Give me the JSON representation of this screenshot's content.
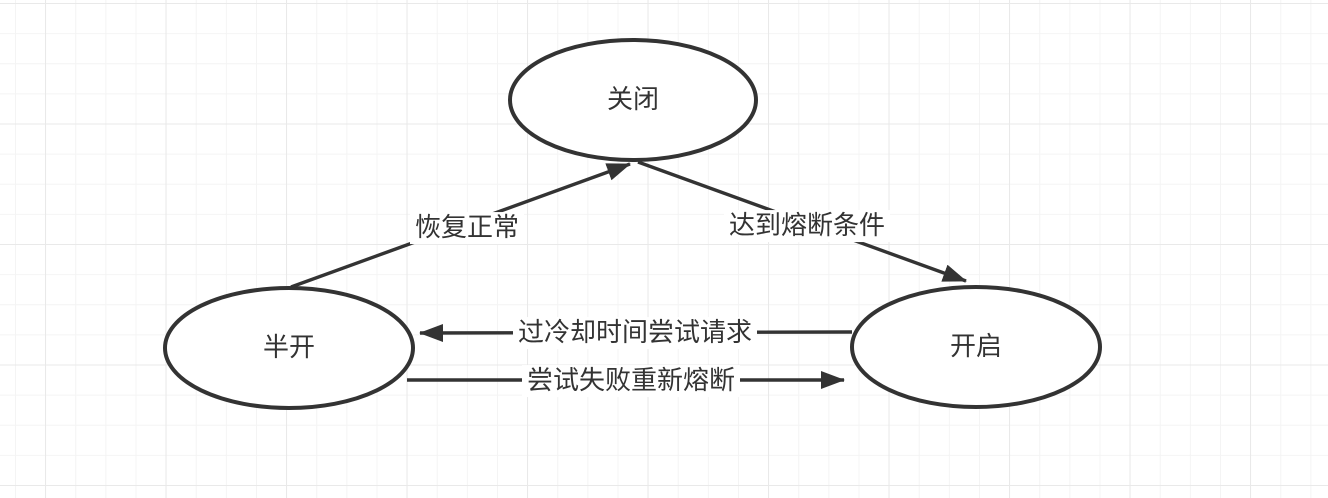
{
  "diagram": {
    "type": "state-diagram",
    "nodes": [
      {
        "id": "closed",
        "label": "关闭"
      },
      {
        "id": "half_open",
        "label": "半开"
      },
      {
        "id": "open",
        "label": "开启"
      }
    ],
    "edges": [
      {
        "id": "recover",
        "from": "half_open",
        "to": "closed",
        "label": "恢复正常"
      },
      {
        "id": "trip",
        "from": "closed",
        "to": "open",
        "label": "达到熔断条件"
      },
      {
        "id": "cooldown",
        "from": "open",
        "to": "half_open",
        "label": "过冷却时间尝试请求"
      },
      {
        "id": "retry_fail",
        "from": "half_open",
        "to": "open",
        "label": "尝试失败重新熔断"
      }
    ],
    "colors": {
      "stroke": "#333333",
      "arrow_fill": "#333333",
      "text": "#333333",
      "node_fill": "#ffffff",
      "grid_minor": "#f4f4f4",
      "grid_major": "#e9e9e9",
      "background": "#ffffff"
    }
  }
}
